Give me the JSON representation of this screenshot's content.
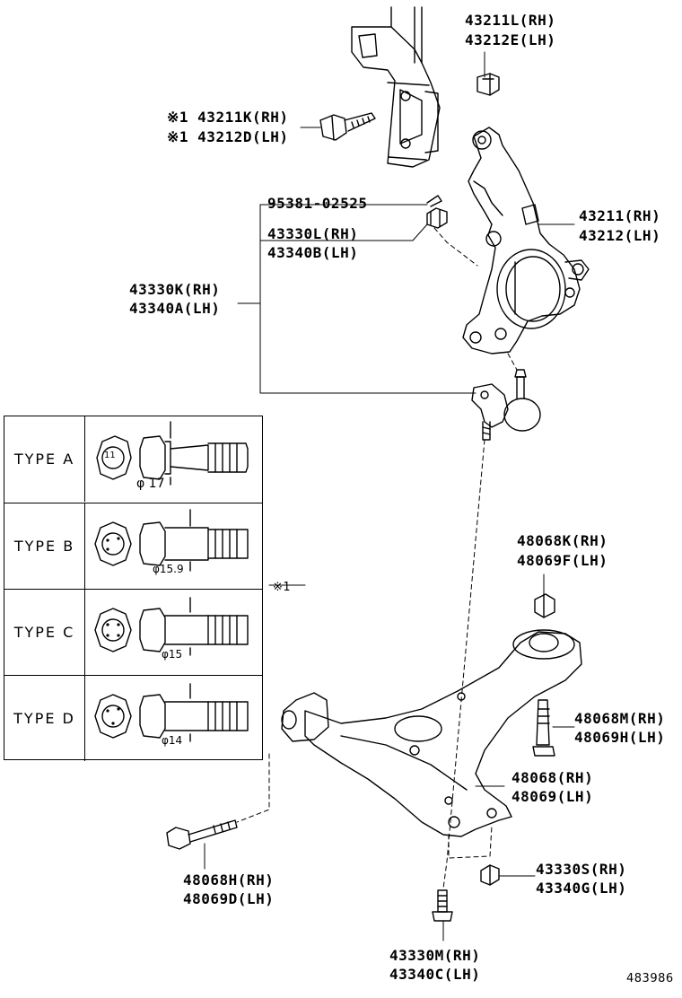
{
  "labels": {
    "upper_nut": [
      "43211L(RH)",
      "43212E(LH)"
    ],
    "upper_bolt": [
      "※1 43211K(RH)",
      "※1 43212D(LH)"
    ],
    "cotter_pin": "95381-02525",
    "castle_nut": [
      "43330L(RH)",
      "43340B(LH)"
    ],
    "ball_joint": [
      "43330K(RH)",
      "43340A(LH)"
    ],
    "knuckle": [
      "43211(RH)",
      "43212(LH)"
    ],
    "arm_nut": [
      "48068K(RH)",
      "48069F(LH)"
    ],
    "arm_bolt_rear": [
      "48068M(RH)",
      "48069H(LH)"
    ],
    "lower_arm": [
      "48068(RH)",
      "48069(LH)"
    ],
    "arm_bolt_front": [
      "48068H(RH)",
      "48069D(LH)"
    ],
    "joint_nut": [
      "43330S(RH)",
      "43340G(LH)"
    ],
    "joint_bolt": [
      "43330M(RH)",
      "43340C(LH)"
    ],
    "note_mark": "※1",
    "diagram_id": "483986"
  },
  "types": [
    {
      "name": "TYPE A",
      "dim": "φ 17",
      "head_mark": "11"
    },
    {
      "name": "TYPE B",
      "dim": "φ15.9",
      "head_mark": ""
    },
    {
      "name": "TYPE C",
      "dim": "φ15",
      "head_mark": ""
    },
    {
      "name": "TYPE D",
      "dim": "φ14",
      "head_mark": ""
    }
  ]
}
